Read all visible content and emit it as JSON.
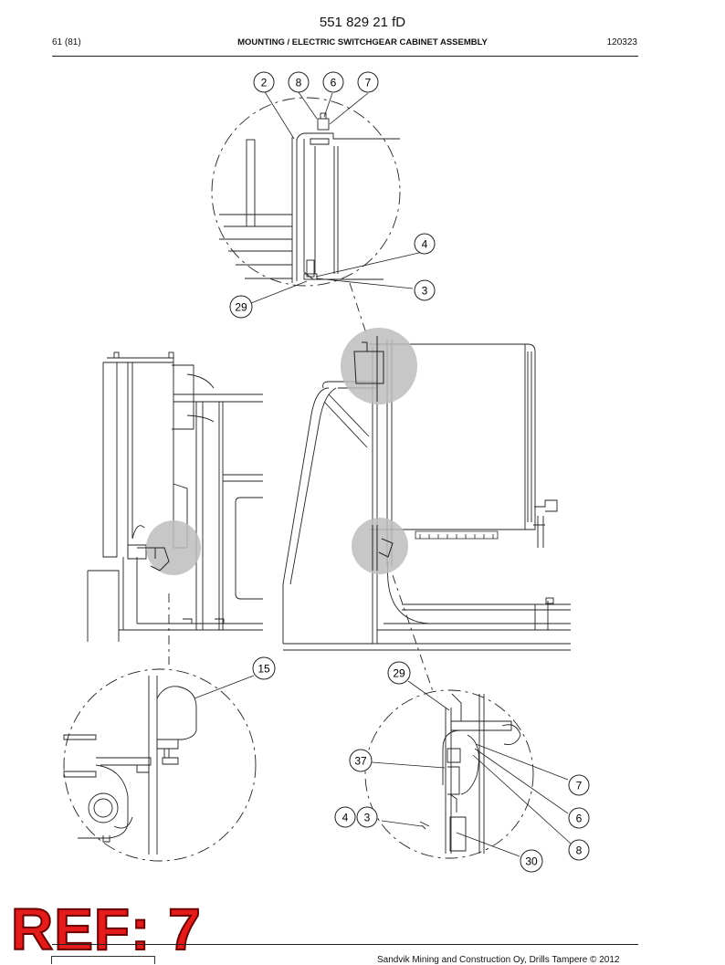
{
  "header": {
    "doc_number": "551 829 21 fD",
    "page": "61 (81)",
    "title": "MOUNTING / ELECTRIC SWITCHGEAR CABINET ASSEMBLY",
    "date_code": "120323"
  },
  "callouts": {
    "c2": "2",
    "c8": "8",
    "c6": "6",
    "c7": "7",
    "c4": "4",
    "c3": "3",
    "c29": "29",
    "c15": "15",
    "c29b": "29",
    "c37": "37",
    "c7b": "7",
    "c4b": "4",
    "c3b": "3",
    "c6b": "6",
    "c8b": "8",
    "c30": "30"
  },
  "stamp": {
    "text": "REF: 7"
  },
  "footer": {
    "copyright": "Sandvik Mining and Construction Oy, Drills Tampere © 2012"
  }
}
